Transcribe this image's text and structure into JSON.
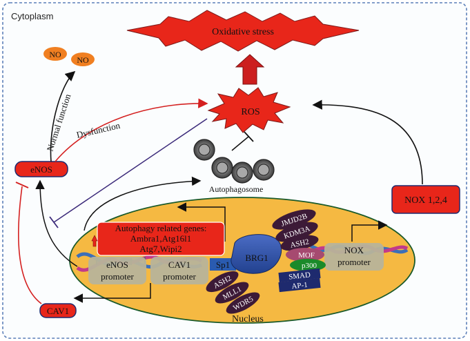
{
  "compartments": {
    "cytoplasm": "Cytoplasm",
    "nucleus": "Nucleus"
  },
  "stress": {
    "oxidative_stress": "Oxidative stress",
    "ros": "ROS"
  },
  "no_labels": [
    "NO",
    "NO"
  ],
  "enos": {
    "label": "eNOS",
    "normal_function": "Normal function",
    "dysfunction": "Dysfunction"
  },
  "cav1": {
    "label": "CAV1"
  },
  "autophagosome": {
    "label": "Autophagosome"
  },
  "nox": {
    "label": "NOX 1,2,4",
    "promoter_line1": "NOX",
    "promoter_line2": "promoter"
  },
  "genes": {
    "line1": "Autophagy related genes:",
    "line2": "Ambra1,Atg16l1",
    "line3": "Atg7,Wipi2"
  },
  "promoters": {
    "enos_line1": "eNOS",
    "enos_line2": "promoter",
    "cav1_line1": "CAV1",
    "cav1_line2": "promoter"
  },
  "factors": {
    "brg1": "BRG1",
    "sp1": "Sp1",
    "jmjd2b": "JMJD2B",
    "kdm3a": "KDM3A",
    "ash2_top": "ASH2",
    "mof": "MOF",
    "p300": "p300",
    "smad": "SMAD",
    "ap1": "AP-1",
    "ash2_bottom": "ASH2",
    "mll1": "MLL1",
    "wdr5": "WDR5"
  },
  "colors": {
    "frame_border": "#5b7fb8",
    "nucleus_fill": "#f5b942",
    "red": "#e8261a",
    "dark_oval": "#3c1a37",
    "navy": "#1e2a6e",
    "green": "#1a8a2a",
    "purple_line": "#3b2a7a",
    "promoter_box": "#b7b39a",
    "brg1_blue": "#2e4fa8",
    "sp1_blue": "#2a5bb0"
  }
}
